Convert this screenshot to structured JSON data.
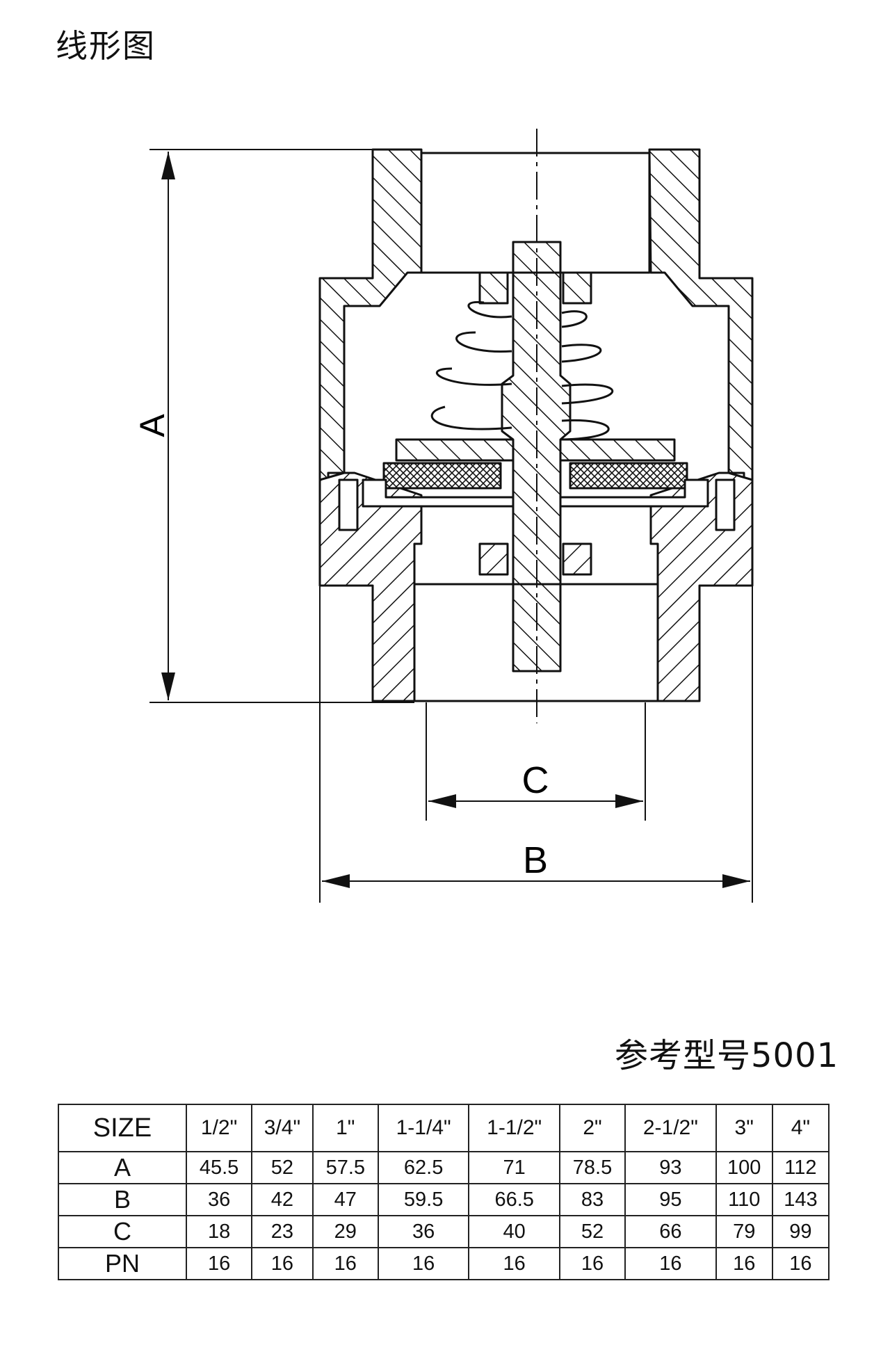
{
  "title": "线形图",
  "model": "参考型号5001",
  "dimension_labels": {
    "a": "A",
    "b": "B",
    "c": "C"
  },
  "table": {
    "header": [
      "SIZE",
      "1/2\"",
      "3/4\"",
      "1\"",
      "1-1/4\"",
      "1-1/2\"",
      "2\"",
      "2-1/2\"",
      "3\"",
      "4\""
    ],
    "rows": [
      [
        "A",
        "45.5",
        "52",
        "57.5",
        "62.5",
        "71",
        "78.5",
        "93",
        "100",
        "112"
      ],
      [
        "B",
        "36",
        "42",
        "47",
        "59.5",
        "66.5",
        "83",
        "95",
        "110",
        "143"
      ],
      [
        "C",
        "18",
        "23",
        "29",
        "36",
        "40",
        "52",
        "66",
        "79",
        "99"
      ],
      [
        "PN",
        "16",
        "16",
        "16",
        "16",
        "16",
        "16",
        "16",
        "16",
        "16"
      ]
    ]
  }
}
